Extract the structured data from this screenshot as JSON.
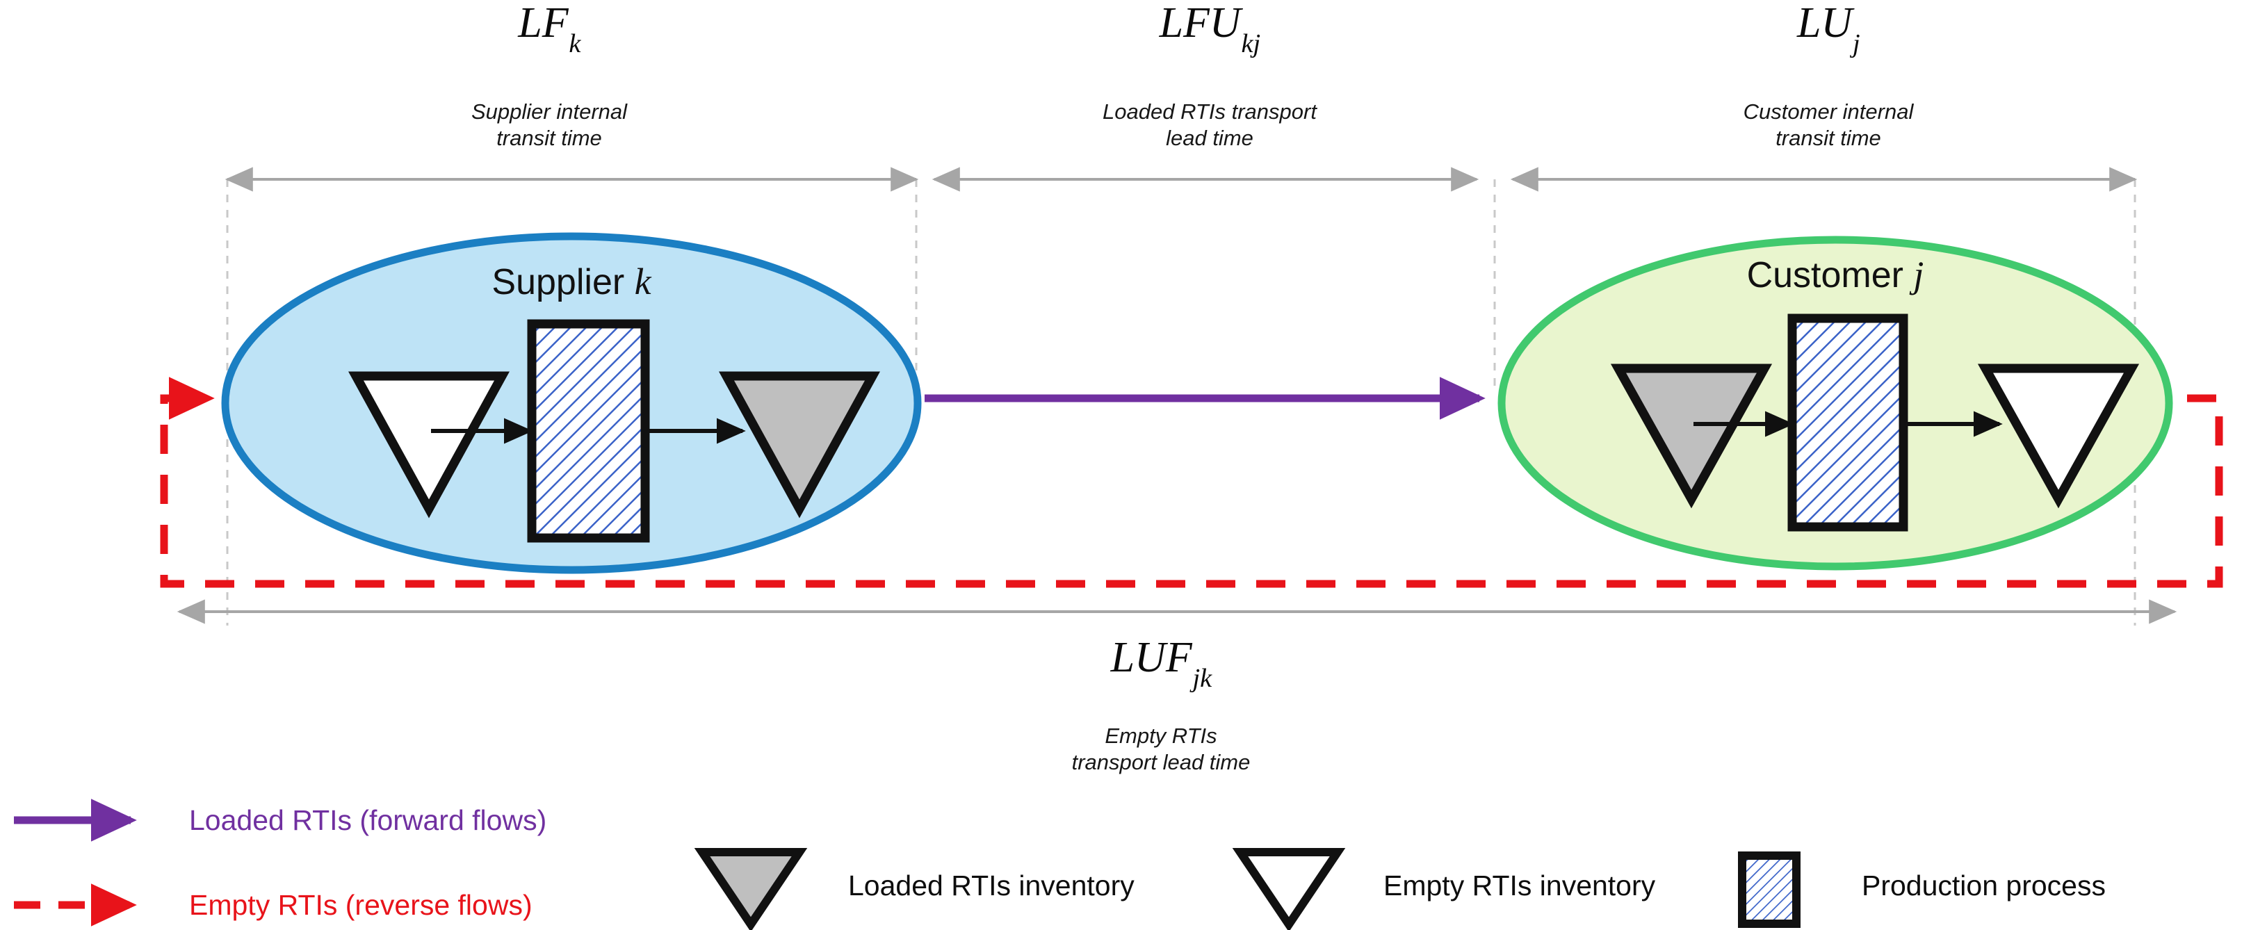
{
  "diagram": {
    "title_top_left": {
      "symbol": "LF",
      "subscript": "k",
      "caption": "Supplier internal\ntransit time"
    },
    "title_top_middle": {
      "symbol": "LFU",
      "subscript": "kj",
      "caption": "Loaded RTIs transport\nlead time"
    },
    "title_top_right": {
      "symbol": "LU",
      "subscript": "j",
      "caption": "Customer internal\ntransit time"
    },
    "title_bottom": {
      "symbol": "LUF",
      "subscript": "jk",
      "caption": "Empty RTIs\ntransport lead time"
    },
    "nodes": [
      {
        "name": "Supplier",
        "index": "k",
        "fill": "#BEE3F6",
        "stroke": "#1B7FC3"
      },
      {
        "name": "Customer",
        "index": "j",
        "fill": "#E9F5CE",
        "stroke": "#41C96E"
      }
    ]
  },
  "legend": {
    "items": [
      {
        "key": "loaded-flow",
        "label": "Loaded RTIs (forward flows)",
        "color": "#7030A0",
        "style": "solid-arrow"
      },
      {
        "key": "empty-flow",
        "label": "Empty RTIs (reverse flows)",
        "color": "#E8131A",
        "style": "dashed-arrow"
      },
      {
        "key": "loaded-inventory",
        "label": "Loaded RTIs inventory",
        "color": "#0d0d0d",
        "style": "gray-triangle"
      },
      {
        "key": "empty-inventory",
        "label": "Empty RTIs inventory",
        "color": "#0d0d0d",
        "style": "white-triangle"
      },
      {
        "key": "production-process",
        "label": "Production process",
        "color": "#0d0d0d",
        "style": "hatched-box"
      }
    ]
  },
  "colors": {
    "forward_flow": "#7030A0",
    "reverse_flow": "#E8131A",
    "supplier_fill": "#BEE3F6",
    "supplier_stroke": "#1B7FC3",
    "customer_fill": "#E9F5CE",
    "customer_stroke": "#41C96E",
    "dimension_line": "#A6A6A6",
    "guide_line": "#C9C9C9",
    "loaded_triangle_fill": "#BFBFBF",
    "empty_triangle_fill": "#FFFFFF",
    "hatch_color": "#3A62C8"
  }
}
